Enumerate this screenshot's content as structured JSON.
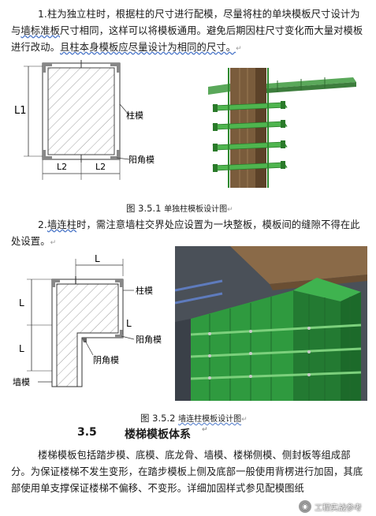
{
  "para1": {
    "lead": "1.",
    "text_a": "柱为独立柱时，根据柱的尺寸进行配模，尽量将柱的单块模板尺寸设计为与",
    "text_b": "墙标准板",
    "text_c": "尺寸相同，这样可以将模板通用。避免后期因柱尺寸变化而大量对模板进行改动。",
    "text_d": "且柱本身模板应尽量设计为相同的尺寸。"
  },
  "fig1": {
    "label_L1": "L1",
    "label_L2a": "L2",
    "label_L2b": "L2",
    "label_column_form": "柱模",
    "label_corner_form": "阳角模"
  },
  "caption1": {
    "prefix": "图 3.5.1",
    "text": "单独柱模板设计图"
  },
  "para2": {
    "lead": "2.",
    "text_a": "墙连柱",
    "text_b": "时，需注意墙柱交界处应设置为一块整板，模板间的缝隙不得在此处设置。"
  },
  "fig2": {
    "label_L_top": "L",
    "label_L_left1": "L",
    "label_L_left2": "L",
    "label_L_inner": "L",
    "label_column_form": "柱模",
    "label_corner_form": "阳角模",
    "label_inner_corner": "阴角模",
    "label_wall_form": "墙模"
  },
  "caption2": {
    "prefix": "图  3.5.2",
    "text": "墙连柱模板设计图"
  },
  "section": {
    "number": "3.5",
    "title": "楼梯模板体系"
  },
  "para3": {
    "text": "楼梯模板包括踏步模、底模、底龙骨、墙模、楼梯侧模、侧封板等组成部分。为保证楼梯不发生变形，在踏步模板上侧及底部一般使用背楞进行加固，其底部使用单支撑保证楼梯不偏移、不变形。详细加固样式参见配模图纸"
  },
  "watermark": {
    "text": "工程实战参考"
  },
  "colors": {
    "green": "#39a845",
    "wood": "#7a5c3c",
    "dark_bg": "#4a5058"
  }
}
